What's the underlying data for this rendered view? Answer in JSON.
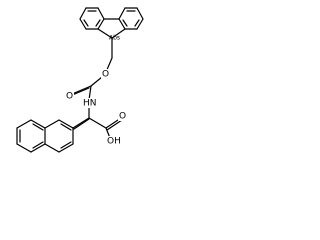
{
  "molecule": {
    "atom_labels": {
      "carbamate_o": "O",
      "carbonyl_o": "O",
      "nh": "HN",
      "carboxyl_o": "O",
      "oh": "OH",
      "abs": "Abs"
    }
  }
}
